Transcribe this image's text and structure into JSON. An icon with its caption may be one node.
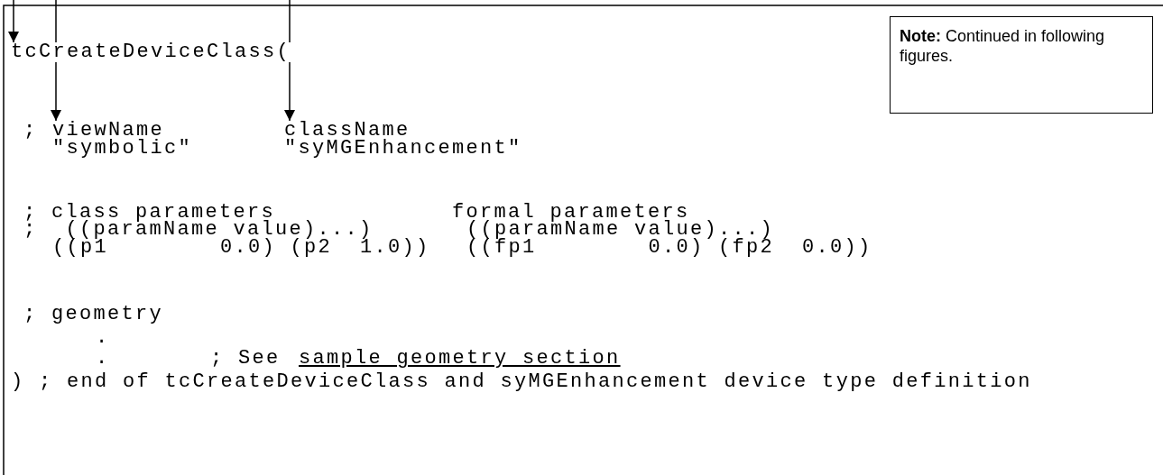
{
  "diagram": {
    "nodes": [
      {
        "text": [
          "tcCreateDeviceClass("
        ]
      },
      {
        "text": [
          "viewName"
        ]
      },
      {
        "text": [
          "className"
        ]
      },
      {
        "text": [
          "**Note:** Continued in following figures."
        ]
      }
    ],
    "edges": [
      {
        "from": null,
        "to": 0,
        "arrow": "to"
      },
      {
        "from": null,
        "to": 1,
        "arrow": "to"
      },
      {
        "from": null,
        "to": 2,
        "arrow": "to"
      }
    ],
    "labels": [
      ";",
      "\"symbolic\"",
      "\"syMGEnhancement\"",
      "; class parameters",
      "formal parameters",
      ";  ((paramName value)...)",
      "((paramName value)...)",
      "((p1        0.0) (p2  1.0))",
      "((fp1        0.0) (fp2  0.0))",
      "; geometry",
      ".",
      ".",
      "; See",
      "sample geometry section",
      ") ; end of tcCreateDeviceClass and syMGEnhancement device type definition"
    ]
  }
}
